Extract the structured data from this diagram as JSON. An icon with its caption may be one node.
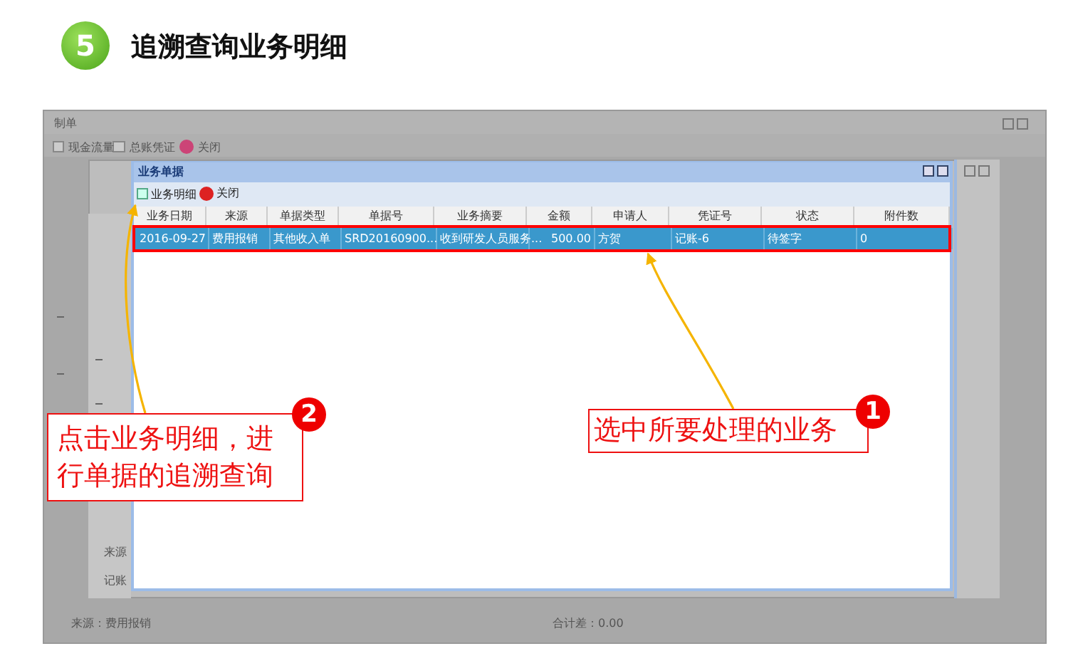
{
  "diagram": {
    "title": "追溯查询业务明细",
    "nodes": [
      {
        "text": [
          "5"
        ]
      },
      {
        "text": [
          "选中所要处理的业务"
        ]
      },
      {
        "text": [
          "1"
        ]
      },
      {
        "text": [
          "点击业务明细，进行单据的追溯查询"
        ]
      },
      {
        "text": [
          "2"
        ]
      },
      {
        "text": [
          "2016-09-27",
          "费用报销",
          "其他收入单",
          "SRD20160900...",
          "收到研发人员服务...",
          "500.00",
          "方贺",
          "记账-6",
          "待签字",
          "0"
        ]
      },
      {
        "text": [
          "业务明细"
        ]
      }
    ],
    "edges": [
      {
        "from": 1,
        "to": 5,
        "arrow": "to"
      },
      {
        "from": 3,
        "to": 6,
        "arrow": "to"
      }
    ],
    "labels": [
      "制单",
      "现金流量",
      "总账凭证",
      "关闭",
      "业务单据",
      "关闭",
      "业务日期",
      "来源",
      "单据类型",
      "单据号",
      "业务摘要",
      "金额",
      "申请人",
      "凭证号",
      "状态",
      "附件数",
      "来源",
      "记账",
      "来源：费用报销",
      "合计差：0.00"
    ]
  }
}
